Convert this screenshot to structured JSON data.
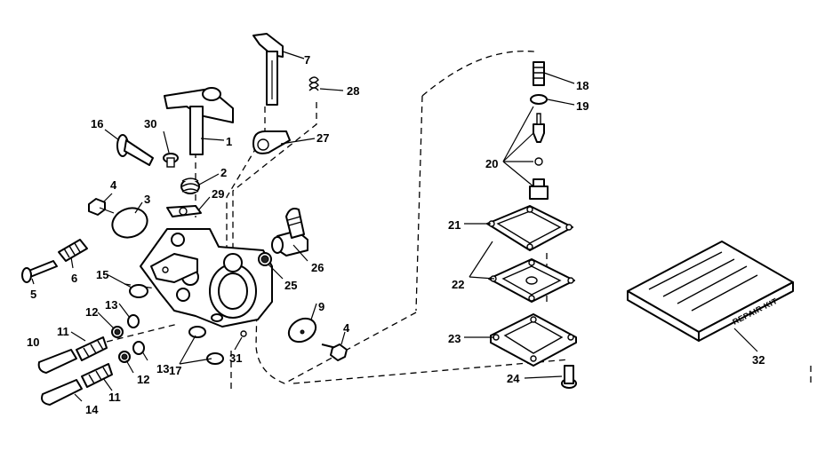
{
  "parts": {
    "p1": "1",
    "p2": "2",
    "p3": "3",
    "p4a": "4",
    "p4b": "4",
    "p5": "5",
    "p6": "6",
    "p7": "7",
    "p9": "9",
    "p10": "10",
    "p11a": "11",
    "p11b": "11",
    "p12a": "12",
    "p12b": "12",
    "p13a": "13",
    "p13b": "13",
    "p14": "14",
    "p15": "15",
    "p16": "16",
    "p17": "17",
    "p18": "18",
    "p19": "19",
    "p20": "20",
    "p21": "21",
    "p22": "22",
    "p23": "23",
    "p24": "24",
    "p25": "25",
    "p26": "26",
    "p27": "27",
    "p28": "28",
    "p29": "29",
    "p30": "30",
    "p31": "31",
    "p32": "32"
  },
  "repair_kit": {
    "box_text": "REPAIR KIT"
  }
}
